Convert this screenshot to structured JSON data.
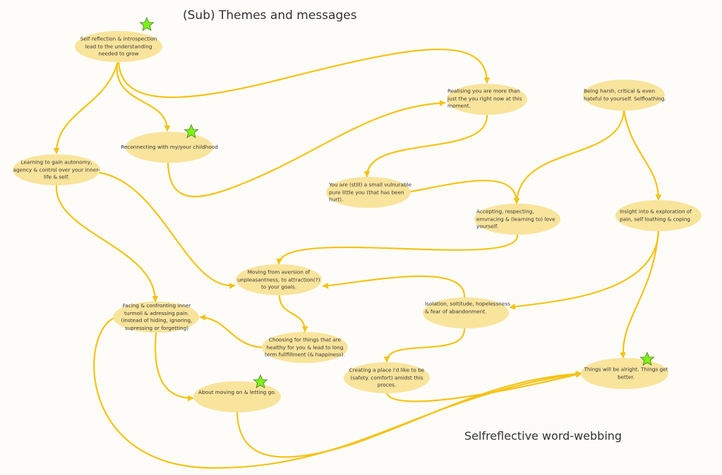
{
  "title": "(Sub) Themes and messages",
  "subtitle": "Selfreflective word-webbing",
  "colors": {
    "background": "#fdfcf8",
    "node_fill": "#f9e49c",
    "edge": "#f5c316",
    "star": "#7cf31a"
  },
  "nodes": [
    {
      "id": "self-reflection",
      "text": "Self reflection & introspection lead to the understanding needed to grow",
      "starred": true
    },
    {
      "id": "reconnecting",
      "text": "Reconnecting with my/your childhood",
      "starred": true
    },
    {
      "id": "autonomy",
      "text": "Learning to gain autonomy, agency & control over your inner-life & self.",
      "starred": false
    },
    {
      "id": "realising",
      "text": "Realising you are more than just the you right now at this moment.",
      "starred": false
    },
    {
      "id": "harsh",
      "text": "Being harsh, critical & even hateful to yourself. Selfloathing.",
      "starred": false
    },
    {
      "id": "vulnerable",
      "text": "You are (still) a small vulnurable pure little you (that has been hurt).",
      "starred": false
    },
    {
      "id": "accepting",
      "text": "Accepting, respecting, emvracing & (learning to) love yourself.",
      "starred": false
    },
    {
      "id": "insight",
      "text": "Insight into & exploration of pain, self loathing & coping",
      "starred": false
    },
    {
      "id": "aversion",
      "text": "Moving from aversion of unpleasantness, to attraction(?) to your goals.",
      "starred": false
    },
    {
      "id": "facing",
      "text": "Facing & confronting inner turmoil & adressing pain. (instead of hiding, ignoring, supressing or forgetting)",
      "starred": false
    },
    {
      "id": "isolation",
      "text": "Isolation, soltitude, hopelessness & fear of abandonment.",
      "starred": false
    },
    {
      "id": "choosing",
      "text": "Choosing for things that are healthy for you & lead to long term fullfillment (& happiness).",
      "starred": false
    },
    {
      "id": "creating",
      "text": "Creating a place i'd like to be (safety.  comfort) amidst this proces.",
      "starred": false
    },
    {
      "id": "moving-on",
      "text": "About moving on & letting go.",
      "starred": true
    },
    {
      "id": "alright",
      "text": "Things will be alright. Things get better.",
      "starred": true
    }
  ]
}
